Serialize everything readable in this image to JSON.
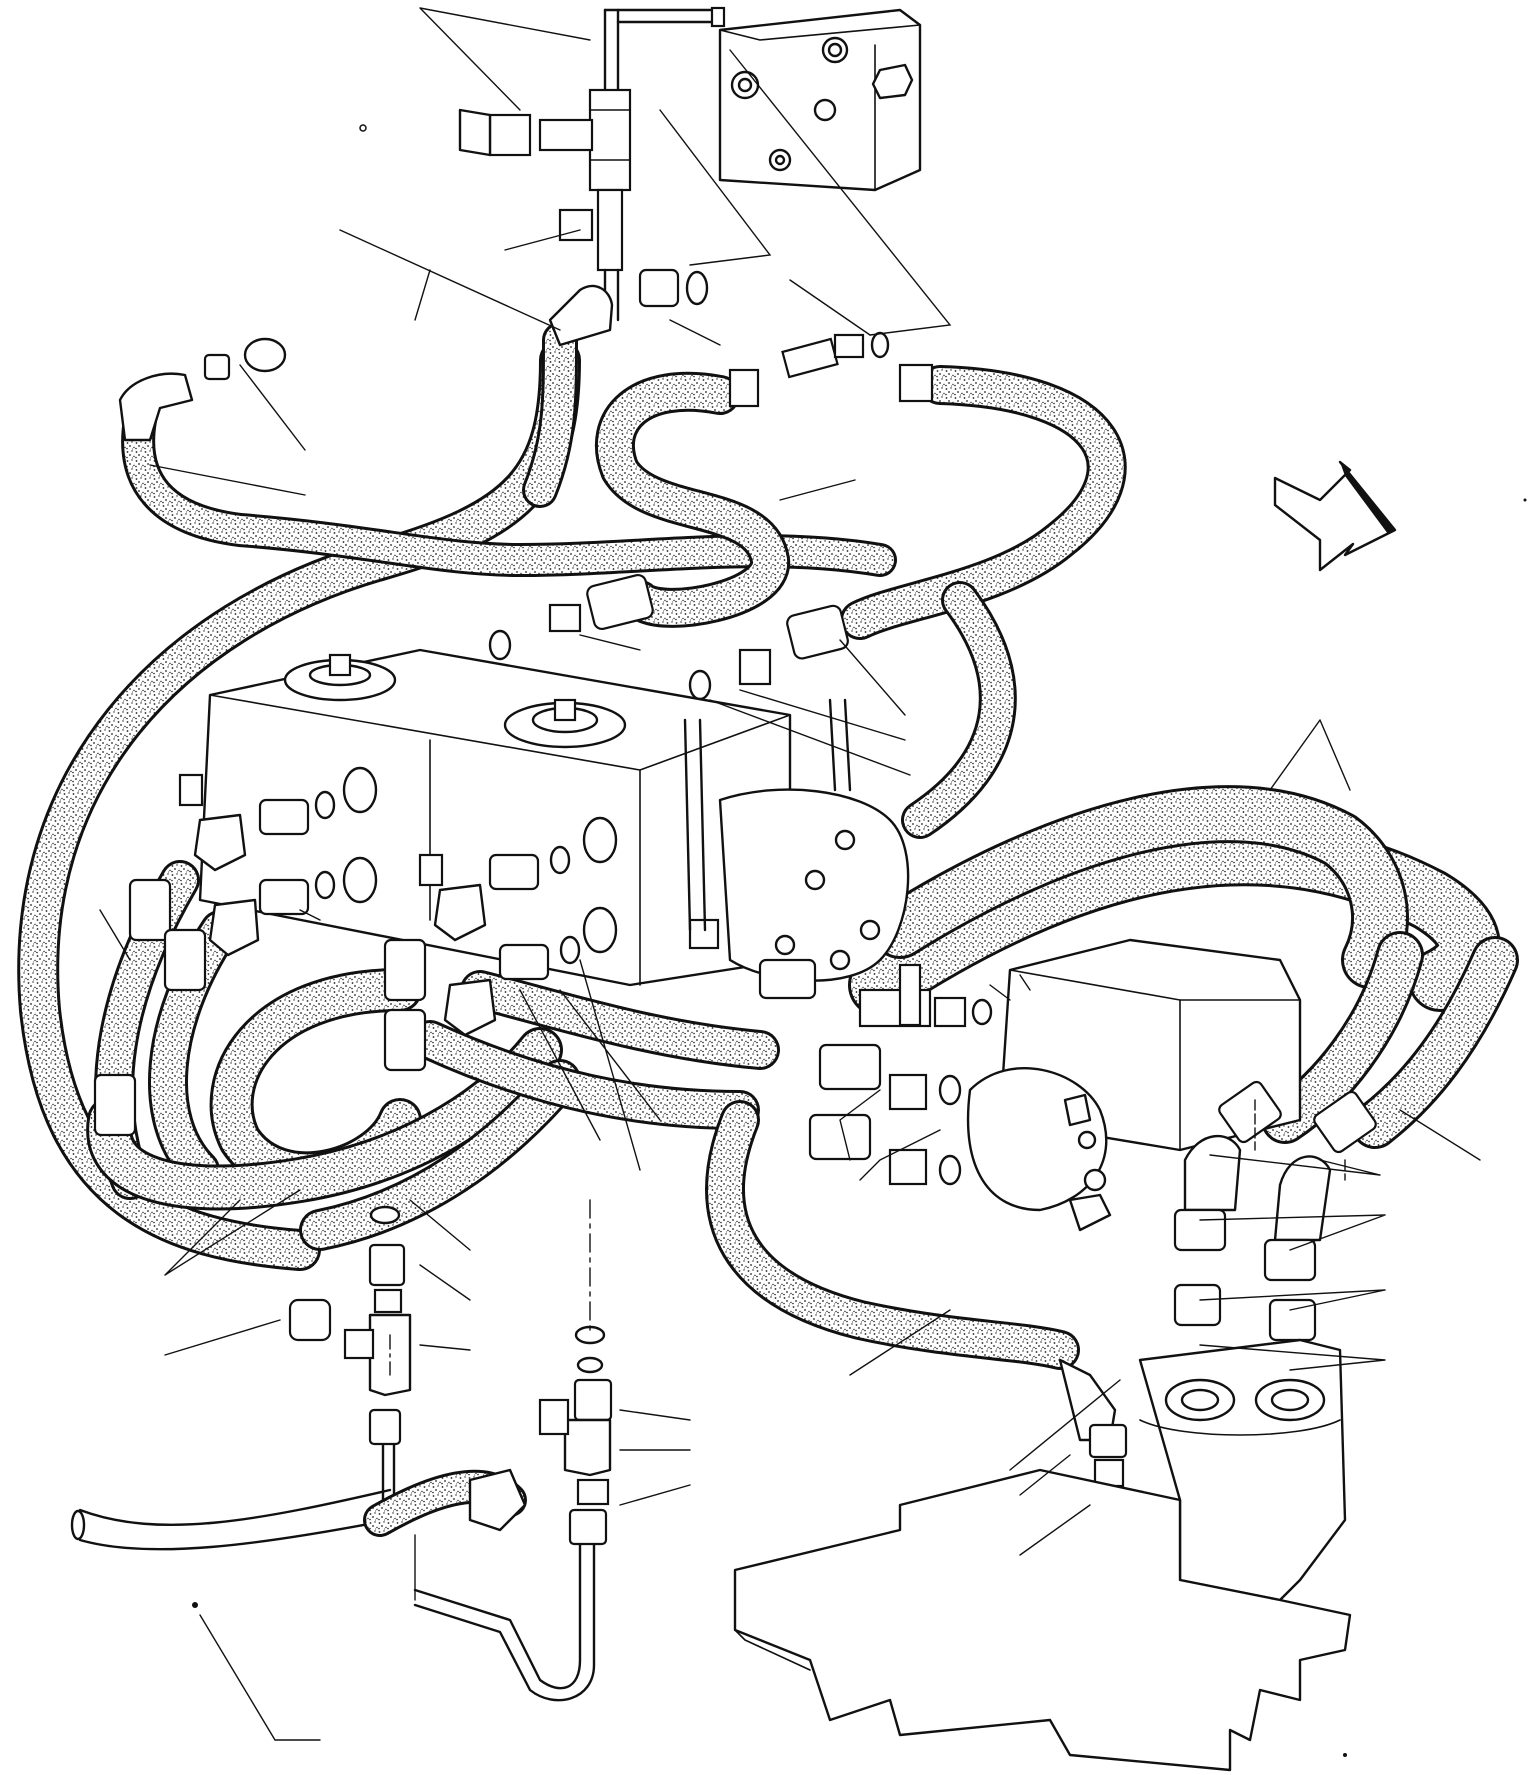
{
  "diagram": {
    "kind": "exploded-view-parts-illustration",
    "labels_shown": false,
    "line_color": "#111111",
    "background_color": "#ffffff",
    "stipple_color": "#222222",
    "components": [
      {
        "id": "control-valve-block",
        "icon": "valve-block-icon"
      },
      {
        "id": "tandem-gear-pump",
        "icon": "gear-pump-icon"
      },
      {
        "id": "pump-drive-flange",
        "icon": "flange-icon"
      },
      {
        "id": "hydraulic-motor",
        "icon": "motor-icon"
      },
      {
        "id": "tank-base-plate",
        "icon": "plate-icon"
      },
      {
        "id": "direction-arrow",
        "icon": "arrow-right-icon"
      }
    ]
  }
}
